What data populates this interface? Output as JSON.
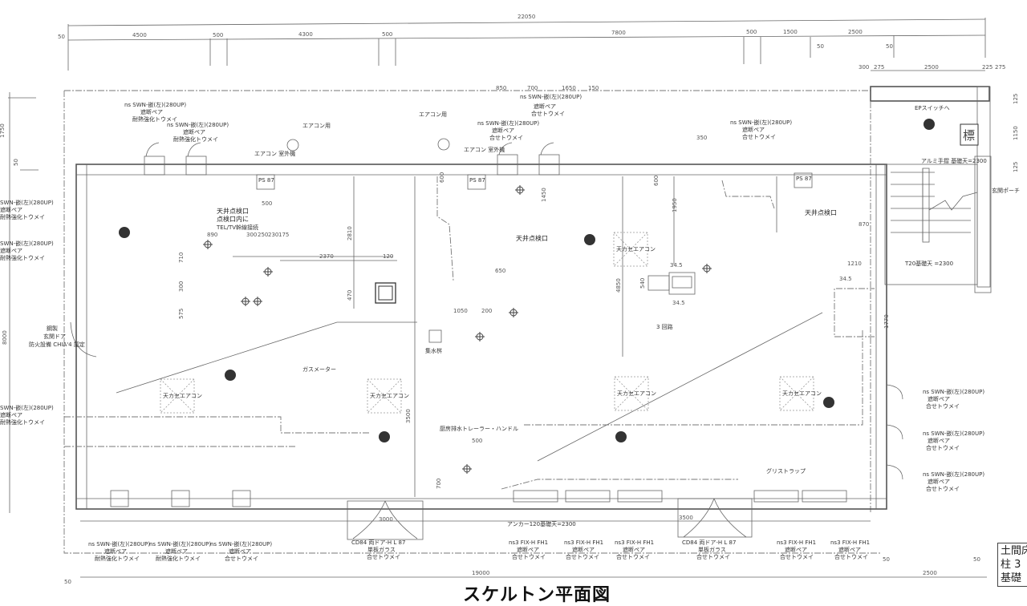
{
  "drawing": {
    "title": "スケルトン平面図",
    "legend_lines": [
      "土間床",
      "柱 3",
      "基礎"
    ]
  },
  "dimensions": {
    "overall_top": "22050",
    "top_segments": [
      "4500",
      "500",
      "4300",
      "500",
      "7800",
      "500",
      "1500",
      "2500"
    ],
    "top_offsets": [
      "50",
      "50",
      "50"
    ],
    "entrance_segments": [
      "300",
      "275",
      "2500",
      "225",
      "275"
    ],
    "upper_inner": [
      "850",
      "700",
      "1650",
      "150"
    ],
    "left_vertical": [
      "1750",
      "50",
      "8000"
    ],
    "right_vertical": [
      "125",
      "1150",
      "125"
    ],
    "bottom_overall": "19000",
    "bottom_right": "2500",
    "bottom_offsets": [
      "50",
      "50",
      "50"
    ],
    "interior": [
      "890",
      "300",
      "250",
      "230",
      "175",
      "2370",
      "120",
      "2810",
      "470",
      "710",
      "300",
      "575",
      "1050",
      "200",
      "650",
      "1450",
      "4850",
      "600",
      "1950",
      "350",
      "540",
      "1210",
      "870",
      "3500",
      "600",
      "500",
      "500",
      "3000",
      "3500",
      "700",
      "1770"
    ],
    "levels": [
      "34.5",
      "34.5",
      "34.5"
    ]
  },
  "room_labels": {
    "ps_units": [
      "PS 87",
      "PS 87",
      "PS 87"
    ],
    "inspection_hatch_1": [
      "天井点検口",
      "点検口内に",
      "TEL/TV幹線接続"
    ],
    "inspection_hatch_2": "天井点検口",
    "inspection_hatch_3": "天井点検口",
    "sump": "集水桝",
    "floor_drain": "3 回路",
    "ac_units": [
      "天カセエアコン",
      "天カセエアコン",
      "天カセエアコン",
      "天カセエアコン",
      "天カセエアコン"
    ],
    "entrance_sign": "標",
    "entrance_note": "玄関ポーチ",
    "stair_note": "T20基礎天 =2300",
    "stair_handrail": "アルミ手摺 基礎天=2300",
    "side_door": [
      "鋼製",
      "玄関ドア",
      "防火設備 CHIA'4 認定"
    ],
    "switch_note": "EPスイッチへ",
    "outdoor_units": [
      "エアコン 室外機",
      "エアコン 室外機"
    ],
    "ac_wall": [
      "エアコン用",
      "エアコン用"
    ],
    "gas_meter": "ガスメーター",
    "kitchen_note": "厨房排水トレーラー・ハンドル",
    "trap": "グリストラップ"
  },
  "window_notes": {
    "top_left_1": [
      "ns SWN-嵌(左)(280UP)",
      "遮断ペア",
      "耐熱強化トウメイ"
    ],
    "top_left_2": [
      "ns SWN-嵌(左)(280UP)",
      "遮断ペア",
      "耐熱強化トウメイ"
    ],
    "top_mid_1": [
      "ns SWN-嵌(左)(280UP)",
      "遮断ペア",
      "合せトウメイ"
    ],
    "top_mid_2": [
      "ns SWN-嵌(左)(280UP)",
      "遮断ペア",
      "合せトウメイ"
    ],
    "top_right": [
      "ns SWN-嵌(左)(280UP)",
      "遮断ペア",
      "合せトウメイ"
    ],
    "left_1": [
      "SWN-嵌(左)(280UP)",
      "遮断ペア",
      "耐熱強化トウメイ"
    ],
    "left_2": [
      "SWN-嵌(左)(280UP)",
      "遮断ペア",
      "耐熱強化トウメイ"
    ],
    "left_3": [
      "SWN-嵌(左)(280UP)",
      "遮断ペア",
      "耐熱強化トウメイ"
    ],
    "right_1": [
      "ns SWN-嵌(左)(280UP)",
      "遮断ペア",
      "合せトウメイ"
    ],
    "right_2": [
      "ns SWN-嵌(左)(280UP)",
      "遮断ペア",
      "合せトウメイ"
    ],
    "right_3": [
      "ns SWN-嵌(左)(280UP)",
      "遮断ペア",
      "合せトウメイ"
    ],
    "bottom_1": [
      "ns SWN-嵌(左)(280UP)",
      "遮断ペア",
      "耐熱強化トウメイ"
    ],
    "bottom_2": [
      "ns SWN-嵌(左)(280UP)",
      "遮断ペア",
      "耐熱強化トウメイ"
    ],
    "bottom_3": [
      "ns SWN-嵌(左)(280UP)",
      "遮断ペア",
      "合せトウメイ"
    ],
    "door_1": [
      "CD84 両ドア-H L 87",
      "単板ガラス",
      "合せトウメイ"
    ],
    "fix_1": [
      "ns3 FIX-H FH1",
      "遮断ペア",
      "合せトウメイ"
    ],
    "fix_2": [
      "ns3 FIX-H FH1",
      "遮断ペア",
      "合せトウメイ"
    ],
    "fix_3": [
      "ns3 FIX-H FH1",
      "遮断ペア",
      "合せトウメイ"
    ],
    "door_2": [
      "CD84 両ドア-H L 87",
      "単板ガラス",
      "合せトウメイ"
    ],
    "fix_4": [
      "ns3 FIX-H FH1",
      "遮断ペア",
      "合せトウメイ"
    ],
    "fix_5": [
      "ns3 FIX-H FH1",
      "遮断ペア",
      "合せトウメイ"
    ],
    "foundation_note": "アンカー120基礎天=2300"
  }
}
